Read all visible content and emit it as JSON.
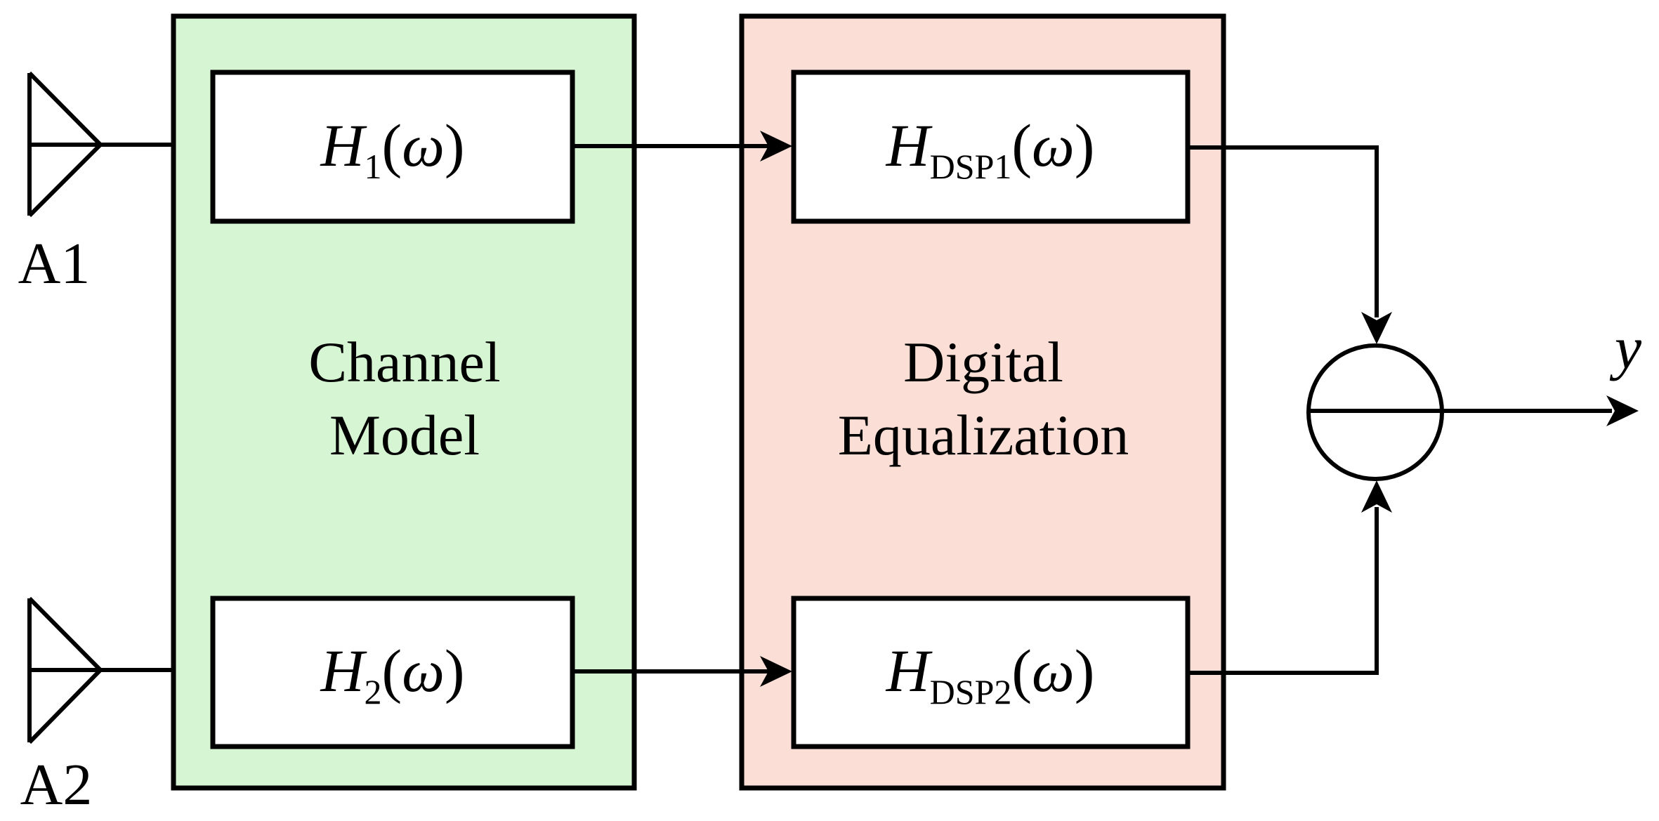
{
  "colors": {
    "channel_bg": "#d6f5d3",
    "equalization_bg": "#fbdfd7",
    "block_bg": "#ffffff",
    "stroke": "#000000"
  },
  "antennas": {
    "a1": {
      "label": "A1"
    },
    "a2": {
      "label": "A2"
    }
  },
  "channel_model": {
    "title": [
      "Channel",
      "Model"
    ],
    "block1": {
      "base": "H",
      "sub": "1",
      "open": "(",
      "omega": "ω",
      "close": ")"
    },
    "block2": {
      "base": "H",
      "sub": "2",
      "open": "(",
      "omega": "ω",
      "close": ")"
    }
  },
  "digital_equalization": {
    "title": [
      "Digital",
      "Equalization"
    ],
    "block1": {
      "base": "H",
      "sub": "DSP1",
      "open": "(",
      "omega": "ω",
      "close": ")"
    },
    "block2": {
      "base": "H",
      "sub": "DSP2",
      "open": "(",
      "omega": "ω",
      "close": ")"
    }
  },
  "summer": {
    "type": "summing-junction"
  },
  "output": {
    "label": "y"
  }
}
